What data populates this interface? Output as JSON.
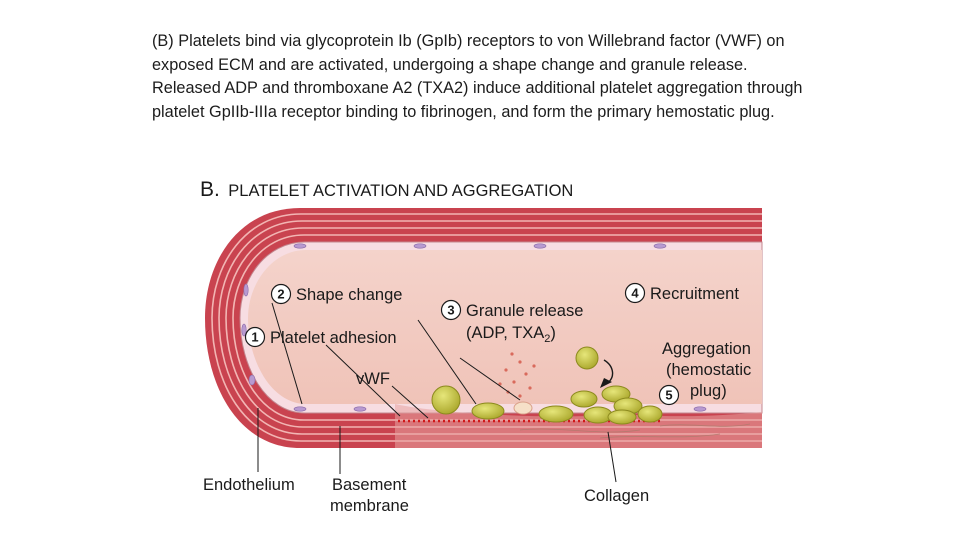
{
  "caption": "(B) Platelets bind via glycoprotein Ib (GpIb) receptors to von Willebrand factor (VWF) on exposed ECM and are activated, undergoing a shape change and granule release. Released ADP and thromboxane A2 (TXA2) induce additional platelet aggregation through platelet GpIIb-IIIa receptor binding to fibrinogen, and form the primary hemostatic plug.",
  "figure": {
    "panel_letter": "B.",
    "panel_title": "PLATELET ACTIVATION AND AGGREGATION",
    "steps": {
      "s1": {
        "num": "1",
        "label": "Platelet adhesion"
      },
      "s2": {
        "num": "2",
        "label": "Shape change"
      },
      "s3": {
        "num": "3",
        "label": "Granule release",
        "label2": "(ADP, TXA",
        "sub": "2",
        "label2_end": ")"
      },
      "s4": {
        "num": "4",
        "label": "Recruitment"
      },
      "s5": {
        "num": "5",
        "label": "Aggregation",
        "label2": "(hemostatic",
        "label3": "plug)"
      }
    },
    "labels": {
      "vwf": "vWF",
      "endothelium": "Endothelium",
      "basement1": "Basement",
      "basement2": "membrane",
      "collagen": "Collagen"
    },
    "colors": {
      "vessel_wall": "#c9434f",
      "lumen": "#f2cbc2",
      "platelet": "#c4c43c",
      "vwf": "#d01818"
    }
  }
}
